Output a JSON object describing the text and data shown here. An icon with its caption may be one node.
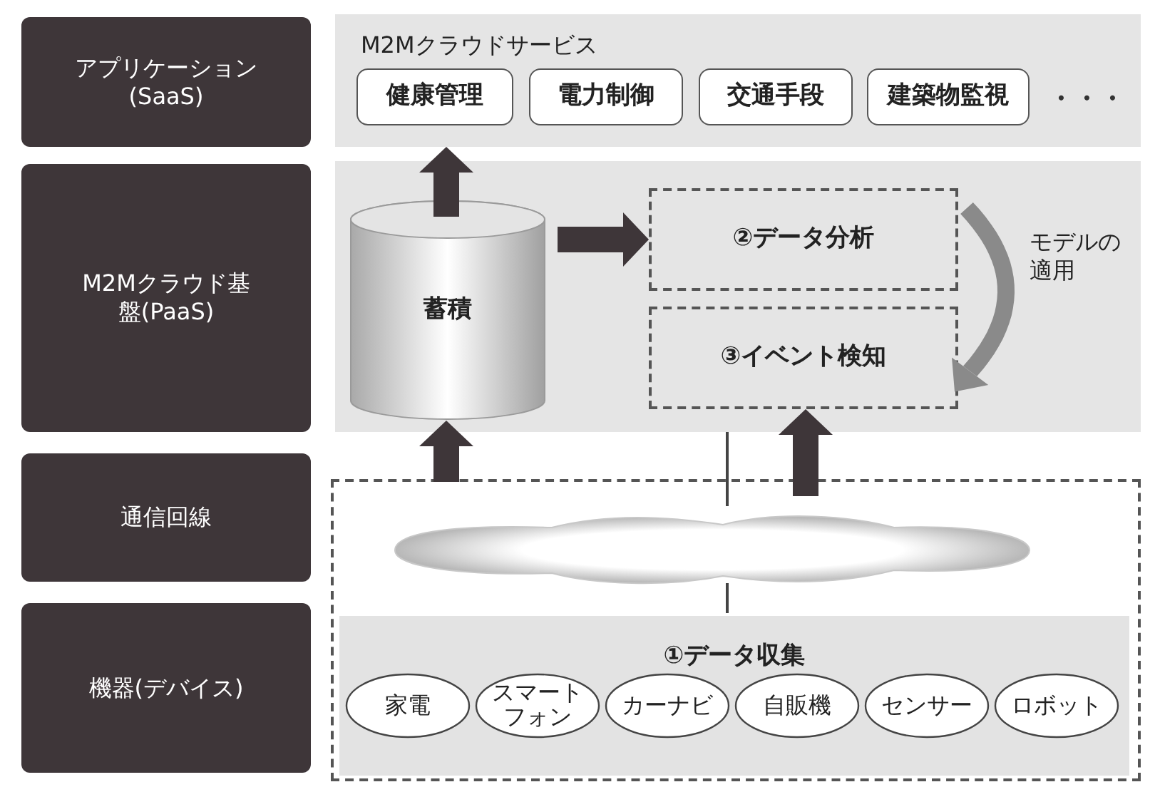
{
  "diagram": {
    "nodes": [
      {
        "text": [
          "アプリケーション(SaaS)"
        ]
      },
      {
        "text": [
          "M2Mクラウド基盤(PaaS)"
        ]
      },
      {
        "text": [
          "通信回線"
        ]
      },
      {
        "text": [
          "機器(デバイス)"
        ]
      },
      {
        "text": [
          "M2Mクラウドサービス"
        ]
      },
      {
        "text": [
          "健康管理"
        ],
        "in": 4
      },
      {
        "text": [
          "電力制御"
        ],
        "in": 4
      },
      {
        "text": [
          "交通手段"
        ],
        "in": 4
      },
      {
        "text": [
          "建築物監視"
        ],
        "in": 4
      },
      {
        "text": [],
        "shape": "box"
      },
      {
        "text": [
          "蓄積"
        ],
        "in": 9
      },
      {
        "text": [
          "②データ分析"
        ],
        "in": 9
      },
      {
        "text": [
          "③イベント検知"
        ],
        "in": 9
      },
      {
        "text": [],
        "shape": "box"
      },
      {
        "text": [],
        "shape": "cloud",
        "in": 13
      },
      {
        "text": [
          "①データ収集"
        ],
        "in": 13
      },
      {
        "text": [
          "家電"
        ],
        "in": 15
      },
      {
        "text": [
          "スマートフォン"
        ],
        "in": 15
      },
      {
        "text": [
          "カーナビ"
        ],
        "in": 15
      },
      {
        "text": [
          "自販機"
        ],
        "in": 15
      },
      {
        "text": [
          "センサー"
        ],
        "in": 15
      },
      {
        "text": [
          "ロボット"
        ],
        "in": 15
      }
    ],
    "edges": [
      {
        "from": 10,
        "to": 4,
        "arrow": "to"
      },
      {
        "from": 10,
        "to": 11,
        "arrow": "to"
      },
      {
        "from": 11,
        "to": 12,
        "arrow": "to",
        "color": "#8a8a8a",
        "label": "モデルの適用"
      },
      {
        "from": 13,
        "to": 10,
        "arrow": "to"
      },
      {
        "from": 13,
        "to": 12,
        "arrow": "to"
      },
      {
        "from": 15,
        "to": 14,
        "arrow": "none"
      },
      {
        "from": 14,
        "to": 9,
        "arrow": "none"
      }
    ],
    "labels": [
      "・・・"
    ]
  }
}
